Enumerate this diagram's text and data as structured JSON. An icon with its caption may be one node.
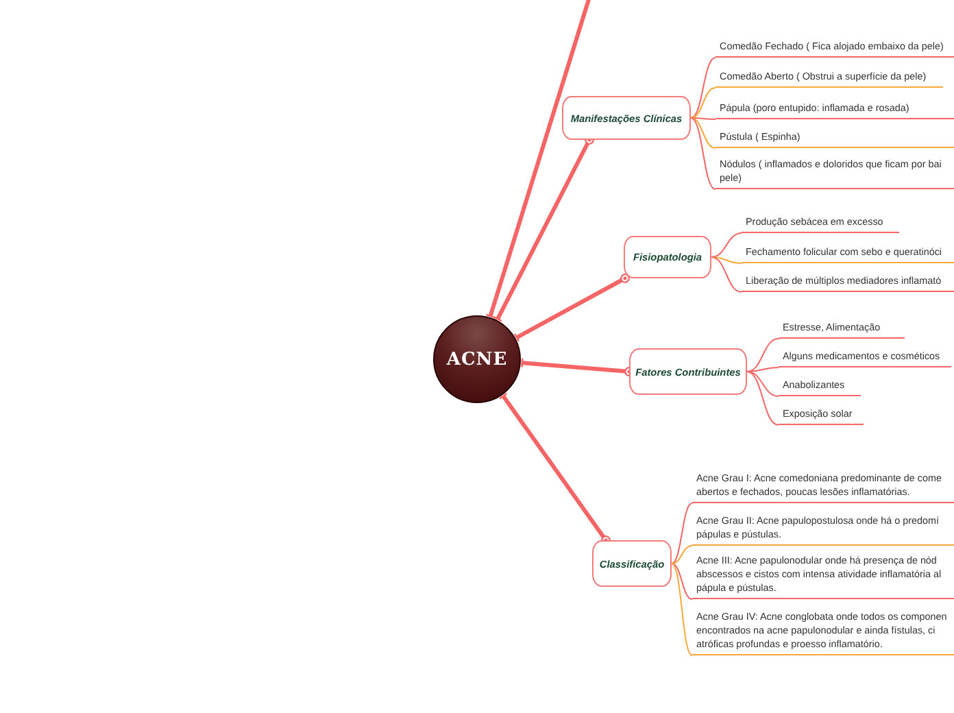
{
  "diagram": {
    "nodes": [
      {
        "text": [
          "ACNE"
        ]
      },
      {
        "text": [
          "Manifestações Clínicas"
        ]
      },
      {
        "text": [
          "Comedão Fechado ( Fica alojado embaixo da pele)"
        ]
      },
      {
        "text": [
          "Comedão Aberto ( Obstrui a superfície da pele)"
        ]
      },
      {
        "text": [
          "Pápula (poro entupido: inflamada e rosada)"
        ]
      },
      {
        "text": [
          "Pústula ( Espinha)"
        ]
      },
      {
        "text": [
          "Nódulos ( inflamados e doloridos que ficam por bai pele)"
        ]
      },
      {
        "text": [
          "Fisiopatologia"
        ]
      },
      {
        "text": [
          "Produção sebácea em excesso"
        ]
      },
      {
        "text": [
          "Fechamento folicular com sebo e queratinóci"
        ]
      },
      {
        "text": [
          "Liberação de múltiplos mediadores inflamató"
        ]
      },
      {
        "text": [
          "Fatores Contribuintes"
        ]
      },
      {
        "text": [
          "Estresse, Alimentação"
        ]
      },
      {
        "text": [
          "Alguns medicamentos e cosméticos"
        ]
      },
      {
        "text": [
          "Anabolizantes"
        ]
      },
      {
        "text": [
          "Exposição solar"
        ]
      },
      {
        "text": [
          "Classificação"
        ]
      },
      {
        "text": [
          "Acne Grau I: Acne comedoniana predominante de come abertos e fechados, poucas lesões inflamatórias."
        ]
      },
      {
        "text": [
          "Acne Grau II: Acne papulopostulosa onde há o predomí pápulas e pústulas."
        ]
      },
      {
        "text": [
          "Acne III: Acne papulonodular onde há presença de nód abscessos e cistos com intensa atividade inflamatória al pápula e pústulas."
        ]
      },
      {
        "text": [
          "Acne Grau IV: Acne conglobata onde todos os componen encontrados na acne papulonodular e ainda fístulas, ci atróficas profundas e proesso inflamatório."
        ]
      }
    ],
    "edges": [
      {
        "from": null,
        "to": 0,
        "arrow": "other",
        "style": "thick"
      },
      {
        "from": 1,
        "to": 0,
        "arrow": "other",
        "style": "thick"
      },
      {
        "from": 1,
        "to": 2,
        "arrow": "none"
      },
      {
        "from": 1,
        "to": 3,
        "arrow": "none",
        "color": "#f9a83a"
      },
      {
        "from": 1,
        "to": 4,
        "arrow": "none"
      },
      {
        "from": 1,
        "to": 5,
        "arrow": "none",
        "color": "#f9a83a"
      },
      {
        "from": 1,
        "to": 6,
        "arrow": "none"
      },
      {
        "from": 7,
        "to": 0,
        "arrow": "other",
        "style": "thick"
      },
      {
        "from": 7,
        "to": 8,
        "arrow": "none"
      },
      {
        "from": 7,
        "to": 9,
        "arrow": "none",
        "color": "#f9a83a"
      },
      {
        "from": 7,
        "to": 10,
        "arrow": "none"
      },
      {
        "from": 11,
        "to": 0,
        "arrow": "other",
        "style": "thick"
      },
      {
        "from": 11,
        "to": 12,
        "arrow": "none"
      },
      {
        "from": 11,
        "to": 13,
        "arrow": "none"
      },
      {
        "from": 11,
        "to": 14,
        "arrow": "none"
      },
      {
        "from": 11,
        "to": 15,
        "arrow": "none"
      },
      {
        "from": 16,
        "to": 0,
        "arrow": "other",
        "style": "thick"
      },
      {
        "from": 16,
        "to": 17,
        "arrow": "none"
      },
      {
        "from": 16,
        "to": 18,
        "arrow": "none",
        "color": "#f9a83a"
      },
      {
        "from": 16,
        "to": 19,
        "arrow": "none"
      },
      {
        "from": 16,
        "to": 20,
        "arrow": "none",
        "color": "#f9a83a"
      }
    ]
  }
}
